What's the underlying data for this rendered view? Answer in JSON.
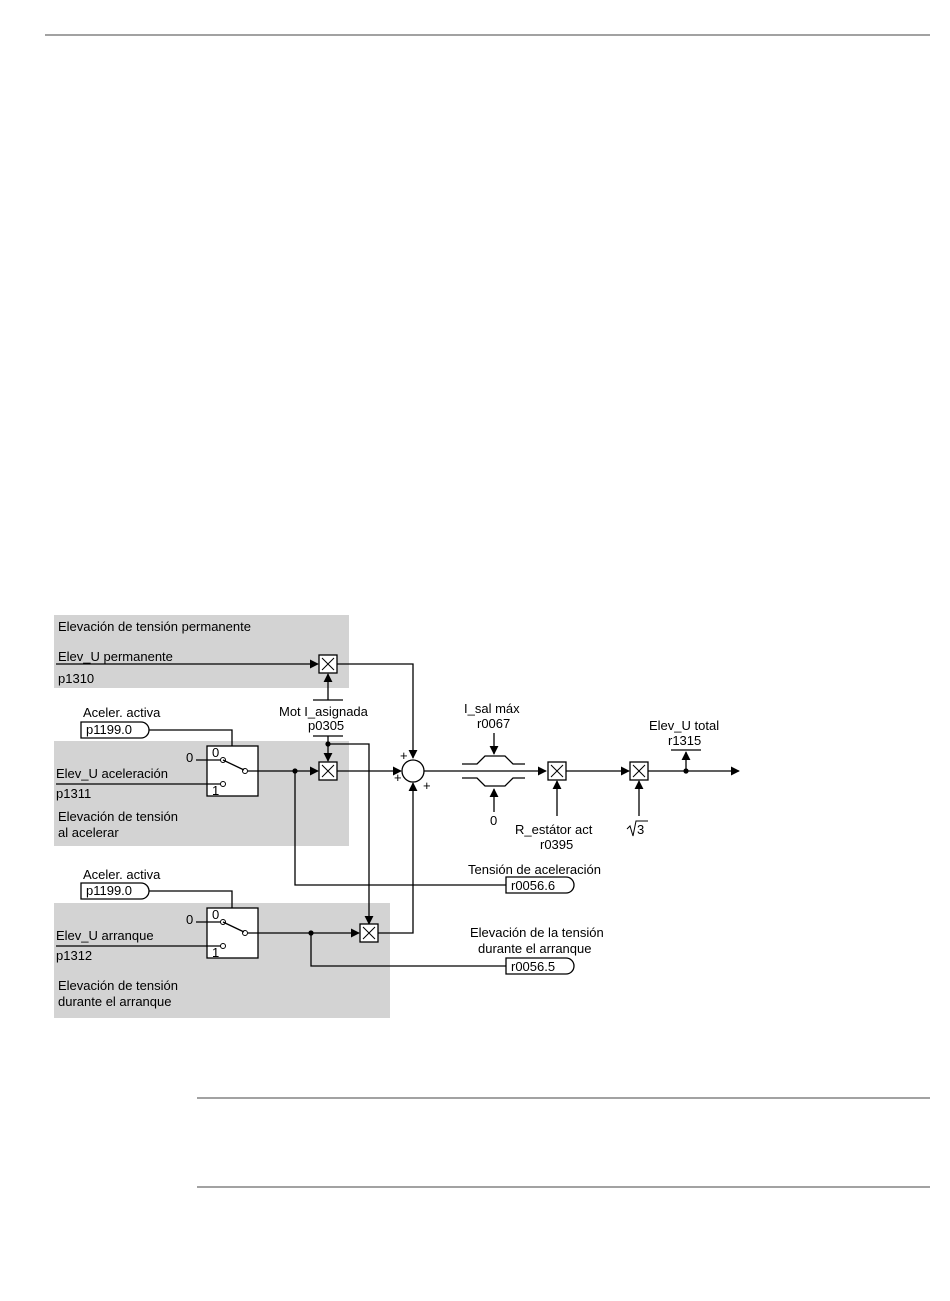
{
  "labels": {
    "perm_title": "Elevación de tensión permanente",
    "perm_input": "Elev_U permanente",
    "perm_param": "p1310",
    "accel_active": "Aceler. activa",
    "accel_active_param": "p1199.0",
    "motor_current": "Mot I_asignada",
    "motor_current_param": "p0305",
    "accel_input": "Elev_U aceleración",
    "accel_param": "p1311",
    "accel_title_1": "Elevación de tensión",
    "accel_title_2": "al acelerar",
    "start_active": "Aceler. activa",
    "start_active_param": "p1199.0",
    "start_input": "Elev_U arranque",
    "start_param": "p1312",
    "start_title_1": "Elevación de tensión",
    "start_title_2": "durante el arranque",
    "imax": "I_sal máx",
    "imax_param": "r0067",
    "zero_limit": "0",
    "rstator": "R_estátor act",
    "rstator_param": "r0395",
    "sqrt3": "3",
    "total": "Elev_U total",
    "total_param": "r1315",
    "accel_voltage": "Tensión de aceleración",
    "accel_voltage_param": "r0056.6",
    "start_boost_1": "Elevación de la tensión",
    "start_boost_2": "durante el arranque",
    "start_boost_param": "r0056.5",
    "switch_zero": "0",
    "switch_pos_0": "0",
    "switch_pos_1": "1",
    "sum_plus": "+"
  }
}
